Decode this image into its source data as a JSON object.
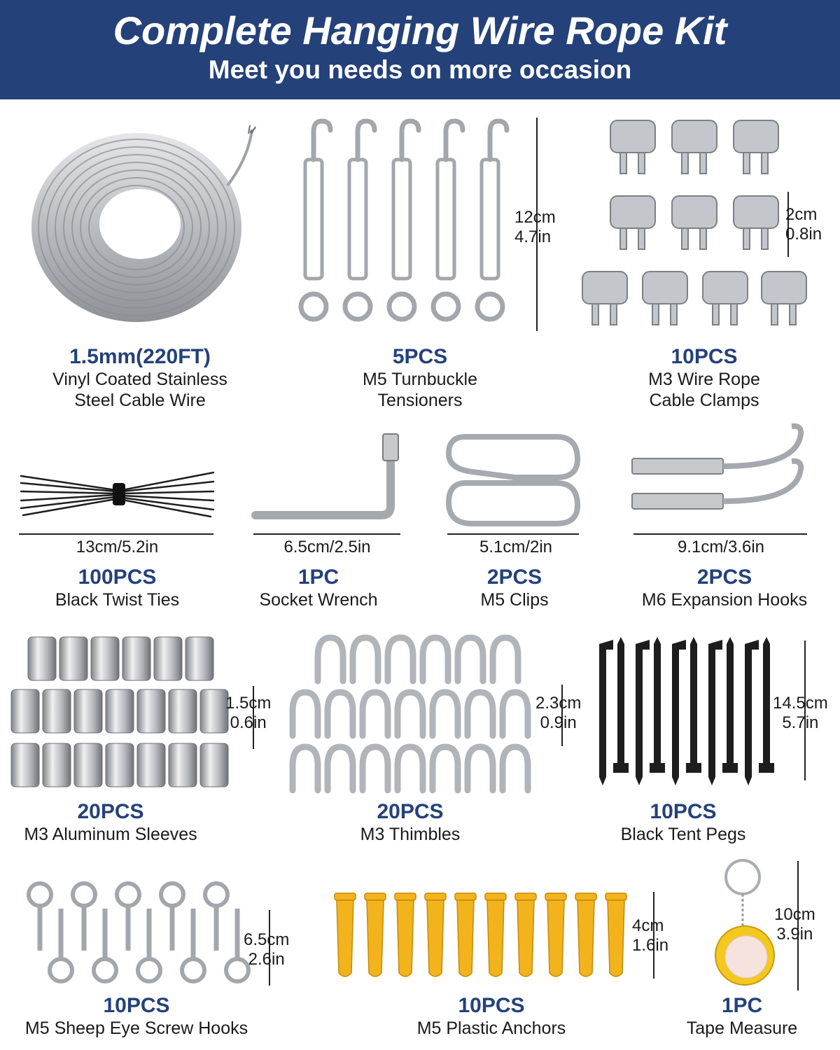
{
  "header": {
    "title": "Complete Hanging Wire Rope Kit",
    "subtitle": "Meet you needs on more occasion"
  },
  "items": [
    {
      "qty": "1.5mm(220FT)",
      "name_lines": [
        "Vinyl Coated Stainless",
        "Steel Cable Wire"
      ],
      "dims": []
    },
    {
      "qty": "5PCS",
      "name_lines": [
        "M5 Turnbuckle",
        "Tensioners"
      ],
      "dims": [
        "12cm",
        "4.7in"
      ]
    },
    {
      "qty": "10PCS",
      "name_lines": [
        "M3 Wire Rope",
        "Cable Clamps"
      ],
      "dims": [
        "2cm",
        "0.8in"
      ]
    },
    {
      "qty": "100PCS",
      "name_lines": [
        "Black Twist Ties"
      ],
      "dims": [
        "13cm/5.2in"
      ]
    },
    {
      "qty": "1PC",
      "name_lines": [
        "Socket Wrench"
      ],
      "dims": [
        "6.5cm/2.5in"
      ]
    },
    {
      "qty": "2PCS",
      "name_lines": [
        "M5 Clips"
      ],
      "dims": [
        "5.1cm/2in"
      ]
    },
    {
      "qty": "2PCS",
      "name_lines": [
        "M6 Expansion Hooks"
      ],
      "dims": [
        "9.1cm/3.6in"
      ]
    },
    {
      "qty": "20PCS",
      "name_lines": [
        "M3 Aluminum Sleeves"
      ],
      "dims": [
        "1.5cm",
        "0.6in"
      ]
    },
    {
      "qty": "20PCS",
      "name_lines": [
        "M3 Thimbles"
      ],
      "dims": [
        "2.3cm",
        "0.9in"
      ]
    },
    {
      "qty": "10PCS",
      "name_lines": [
        "Black Tent Pegs"
      ],
      "dims": [
        "14.5cm",
        "5.7in"
      ]
    },
    {
      "qty": "10PCS",
      "name_lines": [
        "M5 Sheep Eye Screw Hooks"
      ],
      "dims": [
        "6.5cm",
        "2.6in"
      ]
    },
    {
      "qty": "10PCS",
      "name_lines": [
        "M5 Plastic Anchors"
      ],
      "dims": [
        "4cm",
        "1.6in"
      ]
    },
    {
      "qty": "1PC",
      "name_lines": [
        "Tape Measure"
      ],
      "dims": [
        "10cm",
        "3.9in"
      ]
    }
  ],
  "colors": {
    "header_bg": "#24417a",
    "accent": "#24417a",
    "metal": "#b5b8bc",
    "anchor_yellow": "#f2b31c",
    "peg_black": "#1c1c1c"
  }
}
